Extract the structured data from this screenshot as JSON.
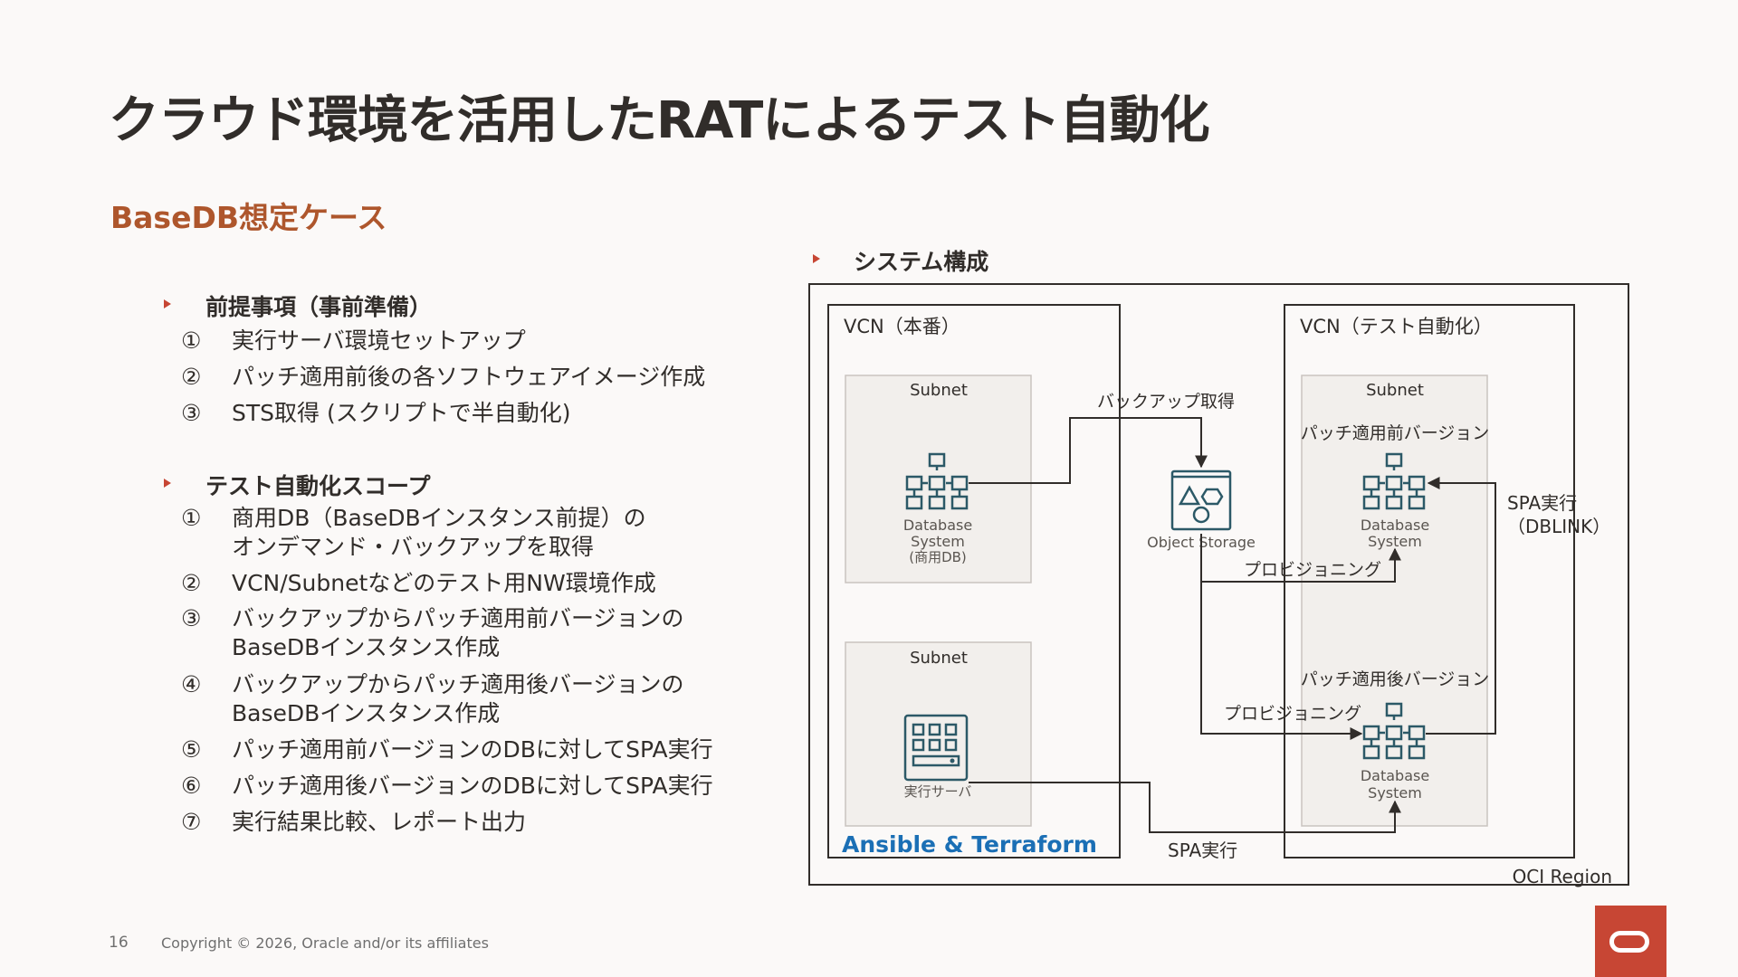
{
  "slide": {
    "title": "クラウド環境を活用したRATによるテスト自動化",
    "subtitle": "BaseDB想定ケース",
    "page_number": "16",
    "copyright": "Copyright © 2026, Oracle and/or its affiliates"
  },
  "prerequisites": {
    "heading": "前提事項（事前準備）",
    "items": [
      {
        "num": "①",
        "text": "実行サーバ環境セットアップ"
      },
      {
        "num": "②",
        "text": "パッチ適用前後の各ソフトウェアイメージ作成"
      },
      {
        "num": "③",
        "text": "STS取得 (スクリプトで半自動化)"
      }
    ]
  },
  "scope": {
    "heading": "テスト自動化スコープ",
    "items": [
      {
        "num": "①",
        "line1": "商用DB（BaseDBインスタンス前提）の",
        "line2": "オンデマンド・バックアップを取得"
      },
      {
        "num": "②",
        "line1": "VCN/Subnetなどのテスト用NW環境作成",
        "line2": ""
      },
      {
        "num": "③",
        "line1": "バックアップからパッチ適用前バージョンの",
        "line2": "BaseDBインスタンス作成"
      },
      {
        "num": "④",
        "line1": "バックアップからパッチ適用後バージョンの",
        "line2": "BaseDBインスタンス作成"
      },
      {
        "num": "⑤",
        "line1": "パッチ適用前バージョンのDBに対してSPA実行",
        "line2": ""
      },
      {
        "num": "⑥",
        "line1": "パッチ適用後バージョンのDBに対してSPA実行",
        "line2": ""
      },
      {
        "num": "⑦",
        "line1": "実行結果比較、レポート出力",
        "line2": ""
      }
    ]
  },
  "diagram": {
    "heading": "システム構成",
    "region_label": "OCI Region",
    "vcn_prod_label": "VCN（本番）",
    "vcn_test_label": "VCN（テスト自動化）",
    "subnet_label_1": "Subnet",
    "subnet_label_2": "Subnet",
    "subnet_label_3": "Subnet",
    "prod_db_line1": "Database",
    "prod_db_line2": "System",
    "prod_db_line3": "(商用DB)",
    "exec_server_label": "実行サーバ",
    "ansible_label": "Ansible & Terraform",
    "object_storage_label": "Object Storage",
    "pre_patch_label": "パッチ適用前バージョン",
    "post_patch_label": "パッチ適用後バージョン",
    "db_pre_line1": "Database",
    "db_pre_line2": "System",
    "db_post_line1": "Database",
    "db_post_line2": "System",
    "backup_label": "バックアップ取得",
    "provisioning_label_1": "プロビジョニング",
    "provisioning_label_2": "プロビジョニング",
    "spa_dblink_line1": "SPA実行",
    "spa_dblink_line2": "（DBLINK）",
    "spa_exec_label": "SPA実行"
  },
  "colors": {
    "title": "#312d2a",
    "subtitle": "#ae562c",
    "bullet": "#c74634",
    "icon": "#2c5967",
    "ansible": "#1b6fb5",
    "subnet_fill": "#f2efec",
    "logo": "#c74634"
  }
}
